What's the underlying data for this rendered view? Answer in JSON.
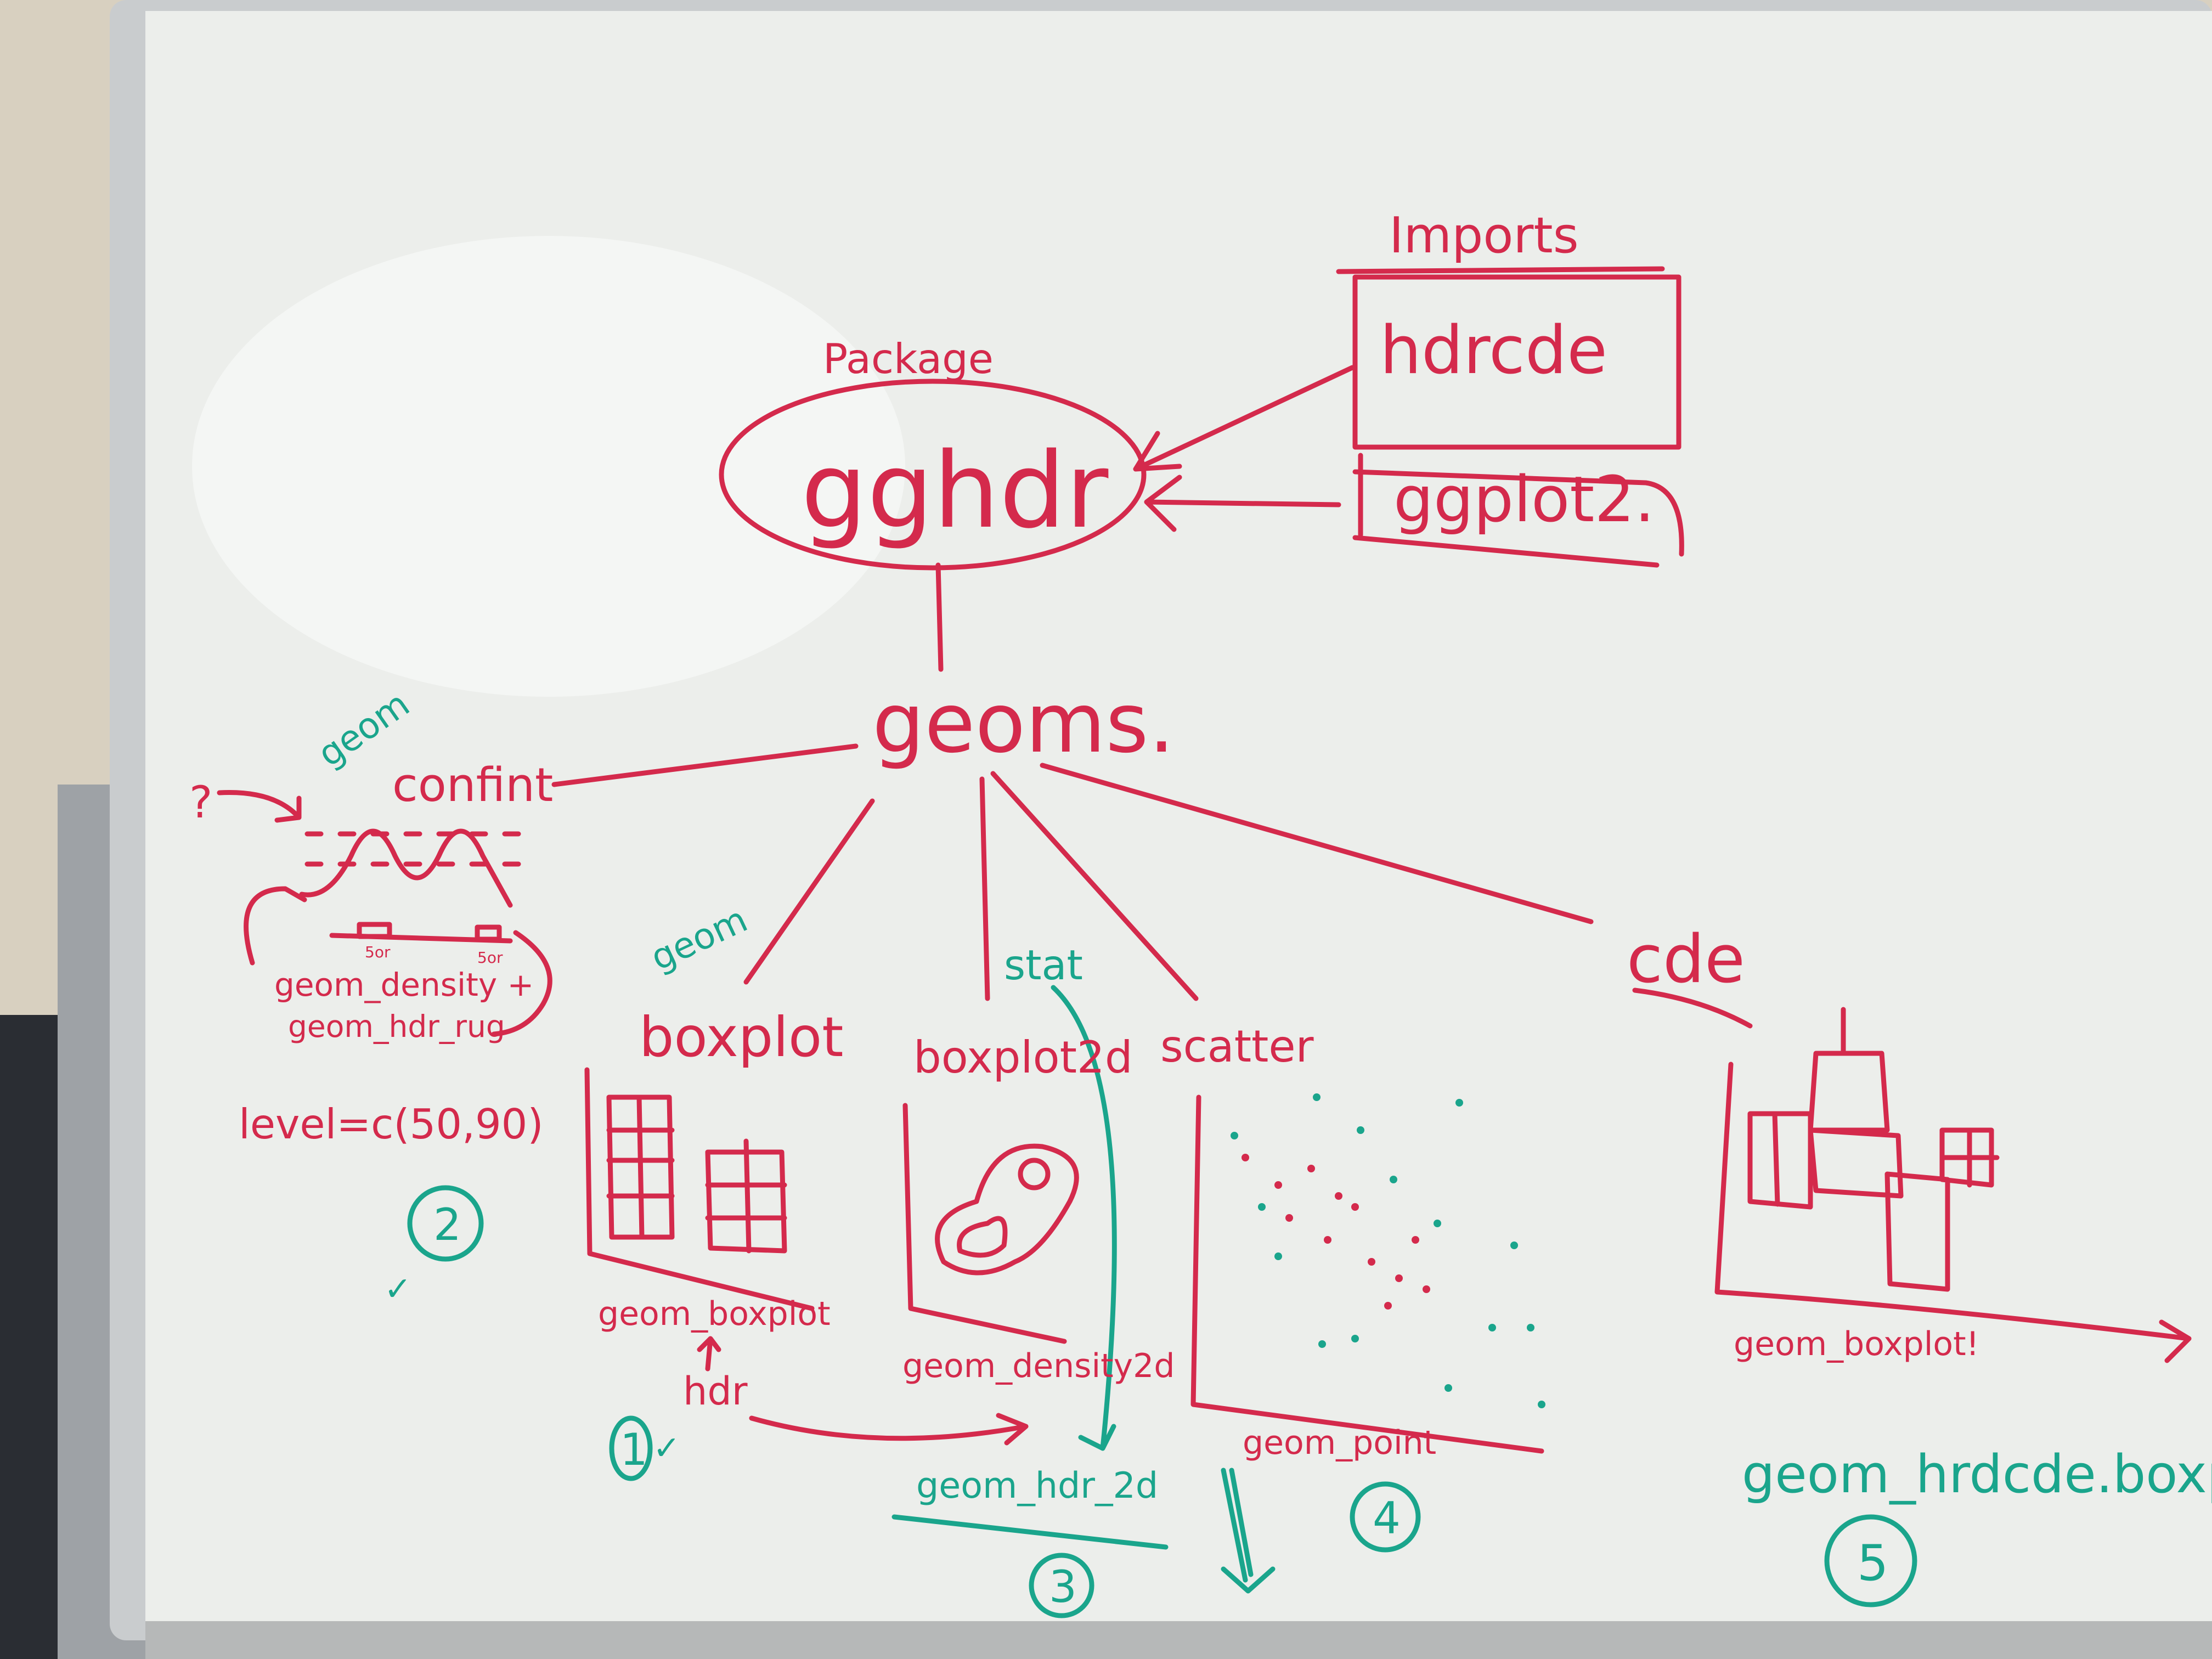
{
  "colors": {
    "red_marker": "#d42a4c",
    "teal_marker": "#1aa58c",
    "board": "#eceeeb"
  },
  "imports": {
    "label": "Imports",
    "items": [
      "hdrcde",
      "ggplot2."
    ]
  },
  "package": {
    "label": "Package",
    "name": "gghdr"
  },
  "hub": "geoms.",
  "branches": {
    "confint": {
      "kind": "geom",
      "title": "confint",
      "question": "?",
      "rug_labels": [
        "5or",
        "5or"
      ],
      "code_line1": "geom_density +",
      "code_line2": "geom_hdr_rug",
      "param": "level=c(50,90)",
      "number": "2",
      "check": "✓"
    },
    "boxplot": {
      "kind": "geom",
      "title": "boxplot",
      "code": "geom_boxplot",
      "note": "hdr",
      "number": "1",
      "check": "✓"
    },
    "boxplot2d": {
      "kind": "stat",
      "title": "boxplot2d",
      "code": "geom_density2d",
      "new_code": "geom_hdr_2d",
      "number": "3"
    },
    "scatter": {
      "title": "scatter",
      "code": "geom_point",
      "number": "4"
    },
    "cde": {
      "title": "cde",
      "code": "geom_boxplot!",
      "new_code": "geom_hrdcde.boxplo",
      "number": "5"
    }
  }
}
